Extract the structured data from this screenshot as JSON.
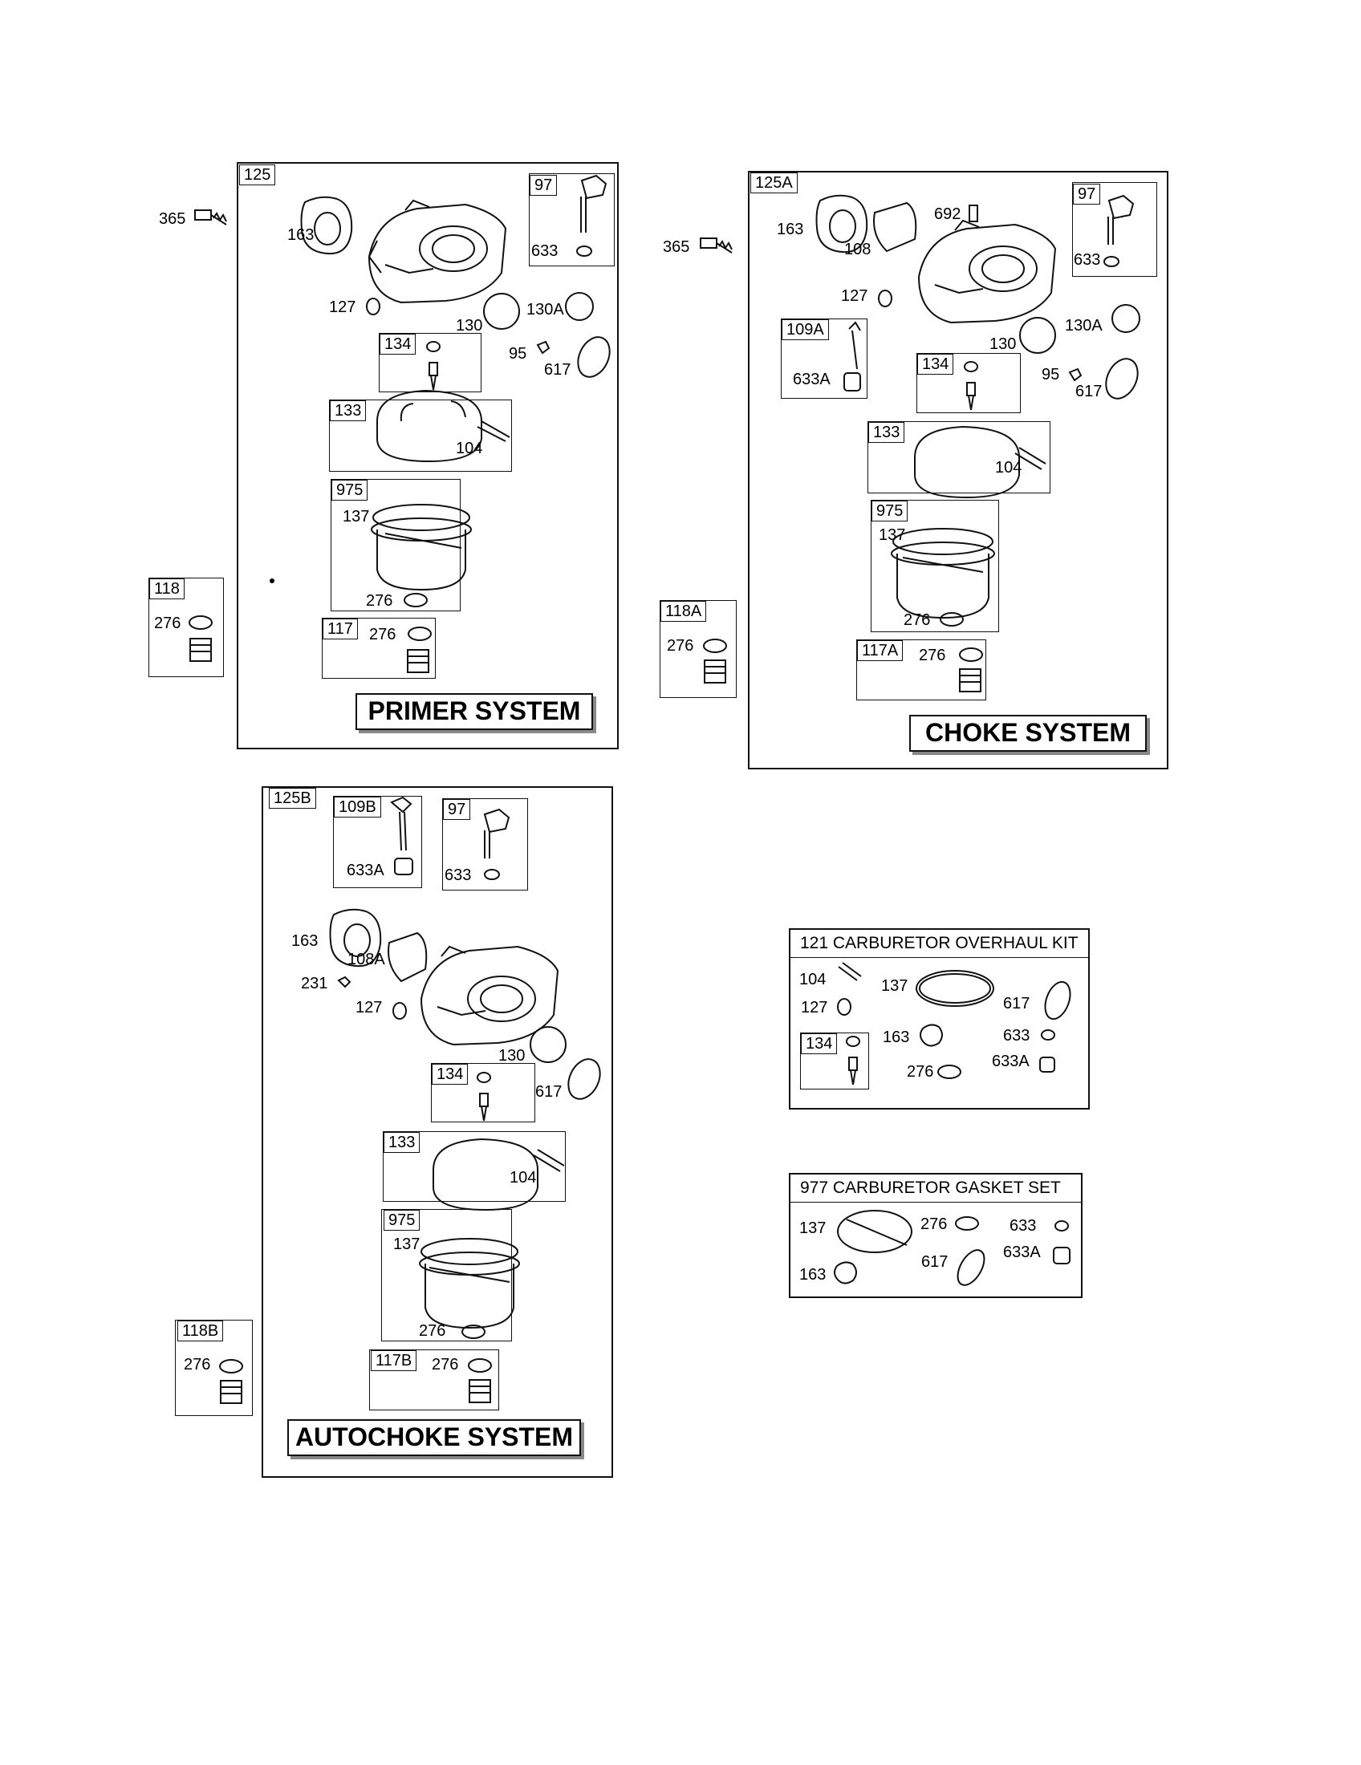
{
  "primer": {
    "box_id": "125",
    "title": "PRIMER SYSTEM",
    "labels": {
      "p365": "365",
      "p163": "163",
      "p127": "127",
      "p130": "130",
      "p130a": "130A",
      "p95": "95",
      "p617": "617",
      "p104": "104",
      "p137": "137",
      "p276a": "276",
      "p276b": "276",
      "p276c": "276",
      "p633": "633"
    },
    "sub": {
      "s97": "97",
      "s134": "134",
      "s133": "133",
      "s975": "975",
      "s117": "117",
      "s118": "118"
    }
  },
  "choke": {
    "box_id": "125A",
    "title": "CHOKE SYSTEM",
    "labels": {
      "p365": "365",
      "p163": "163",
      "p108": "108",
      "p692": "692",
      "p127": "127",
      "p130": "130",
      "p130a": "130A",
      "p95": "95",
      "p617": "617",
      "p104": "104",
      "p137": "137",
      "p276a": "276",
      "p276b": "276",
      "p276c": "276",
      "p633": "633",
      "p633a": "633A"
    },
    "sub": {
      "s97": "97",
      "s109a": "109A",
      "s134": "134",
      "s133": "133",
      "s975": "975",
      "s117a": "117A",
      "s118a": "118A"
    }
  },
  "autochoke": {
    "box_id": "125B",
    "title": "AUTOCHOKE SYSTEM",
    "labels": {
      "p633a": "633A",
      "p633": "633",
      "p163": "163",
      "p108a": "108A",
      "p231": "231",
      "p127": "127",
      "p130": "130",
      "p617": "617",
      "p104": "104",
      "p137": "137",
      "p276a": "276",
      "p276b": "276",
      "p276c": "276"
    },
    "sub": {
      "s109b": "109B",
      "s97": "97",
      "s134": "134",
      "s133": "133",
      "s975": "975",
      "s117b": "117B",
      "s118b": "118B"
    }
  },
  "overhaul_kit": {
    "title": "121 CARBURETOR OVERHAUL KIT",
    "labels": {
      "p104": "104",
      "p137": "137",
      "p617": "617",
      "p127": "127",
      "p163": "163",
      "p633": "633",
      "p276": "276",
      "p633a": "633A"
    },
    "sub": {
      "s134": "134"
    }
  },
  "gasket_set": {
    "title": "977 CARBURETOR GASKET SET",
    "labels": {
      "p137": "137",
      "p276": "276",
      "p633": "633",
      "p617": "617",
      "p633a": "633A",
      "p163": "163"
    }
  }
}
